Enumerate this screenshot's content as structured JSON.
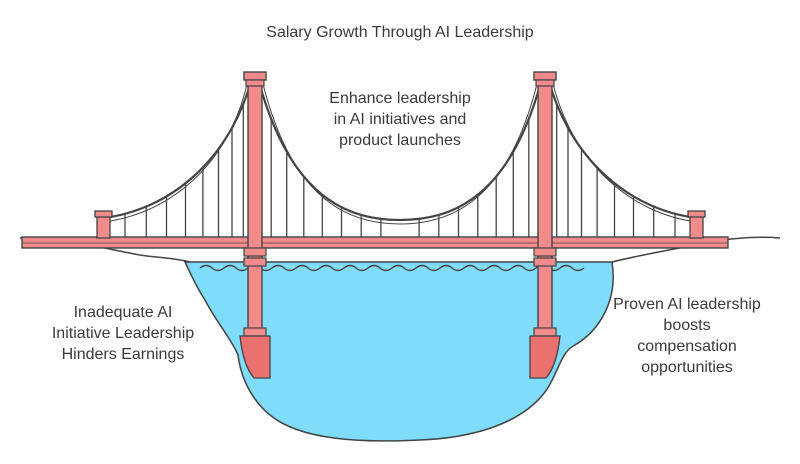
{
  "title": "Salary Growth Through AI Leadership",
  "labels": {
    "center": "Enhance leadership\nin AI initiatives and\nproduct launches",
    "left": "Inadequate AI\nInitiative Leadership\nHinders Earnings",
    "right": "Proven AI leadership\nboosts\ncompensation\nopportunities"
  },
  "colors": {
    "tower": "#f28b8b",
    "tower_dark": "#e9716f",
    "water": "#7fdcfa",
    "cable": "#444444",
    "ground": "#ffffff",
    "outline": "#444444"
  }
}
